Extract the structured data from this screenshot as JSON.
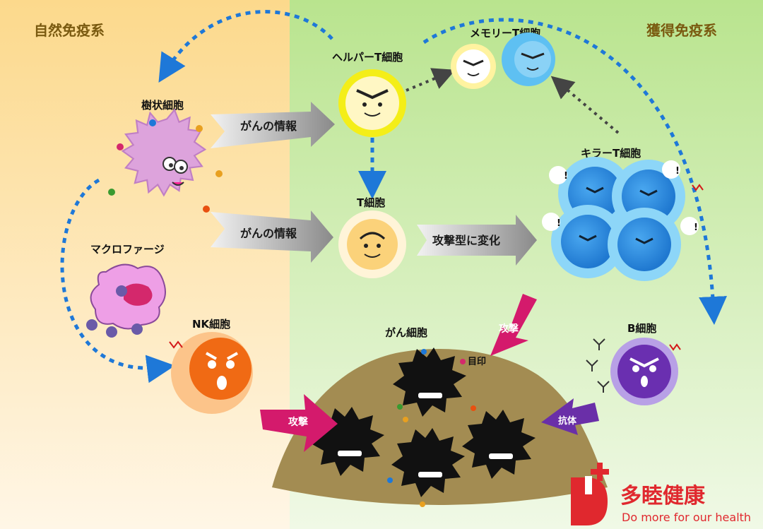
{
  "sections": {
    "innate": "自然免疫系",
    "acquired": "獲得免疫系"
  },
  "cells": {
    "dendritic": "樹状細胞",
    "macrophage": "マクロファージ",
    "nk": "NK細胞",
    "helper_t": "ヘルパーT細胞",
    "memory_t": "メモリーT細胞",
    "t_cell": "T細胞",
    "killer_t": "キラーT細胞",
    "b_cell": "B細胞",
    "cancer": "がん細胞"
  },
  "arrows": {
    "cancer_info_1": "がんの情報",
    "cancer_info_2": "がんの情報",
    "transform": "攻撃型に変化",
    "attack_nk": "攻撃",
    "attack_killer": "攻撃",
    "antibody": "抗体",
    "mark": "目印"
  },
  "brand": {
    "name": "多睦健康",
    "tagline": "Do more for our health"
  },
  "colors": {
    "innate_bg": "#fde3a4",
    "acquired_bg": "#cfeeb0",
    "dashed_arrow": "#1e78d8",
    "attack": "#d41a6c",
    "antibody_arrow": "#6a2fa8",
    "brand": "#e0282e"
  }
}
